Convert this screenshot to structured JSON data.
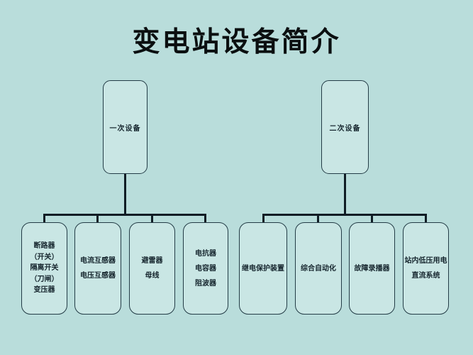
{
  "title": "变电站设备简介",
  "colors": {
    "background": "#b9dddb",
    "box_fill": "#c9e6e4",
    "box_border": "#233c46",
    "connector_line": "#101d25",
    "body_text": "#16262e",
    "title_text": "#0b0f10"
  },
  "tree": {
    "primary": {
      "label": "一次设备",
      "children": [
        {
          "label": "断路器\n（开关）\n隔离开关\n（刀闸）\n变压器"
        },
        {
          "label": "电流互感器\n电压互感器"
        },
        {
          "label": "避雷器\n母线"
        },
        {
          "label": "电抗器\n电容器\n阻波器"
        }
      ]
    },
    "secondary": {
      "label": "二次设备",
      "children": [
        {
          "label": "继电保护装置"
        },
        {
          "label": "综合自动化"
        },
        {
          "label": "故障录播器"
        },
        {
          "label": "站内低压用电\n直流系统"
        }
      ]
    }
  }
}
